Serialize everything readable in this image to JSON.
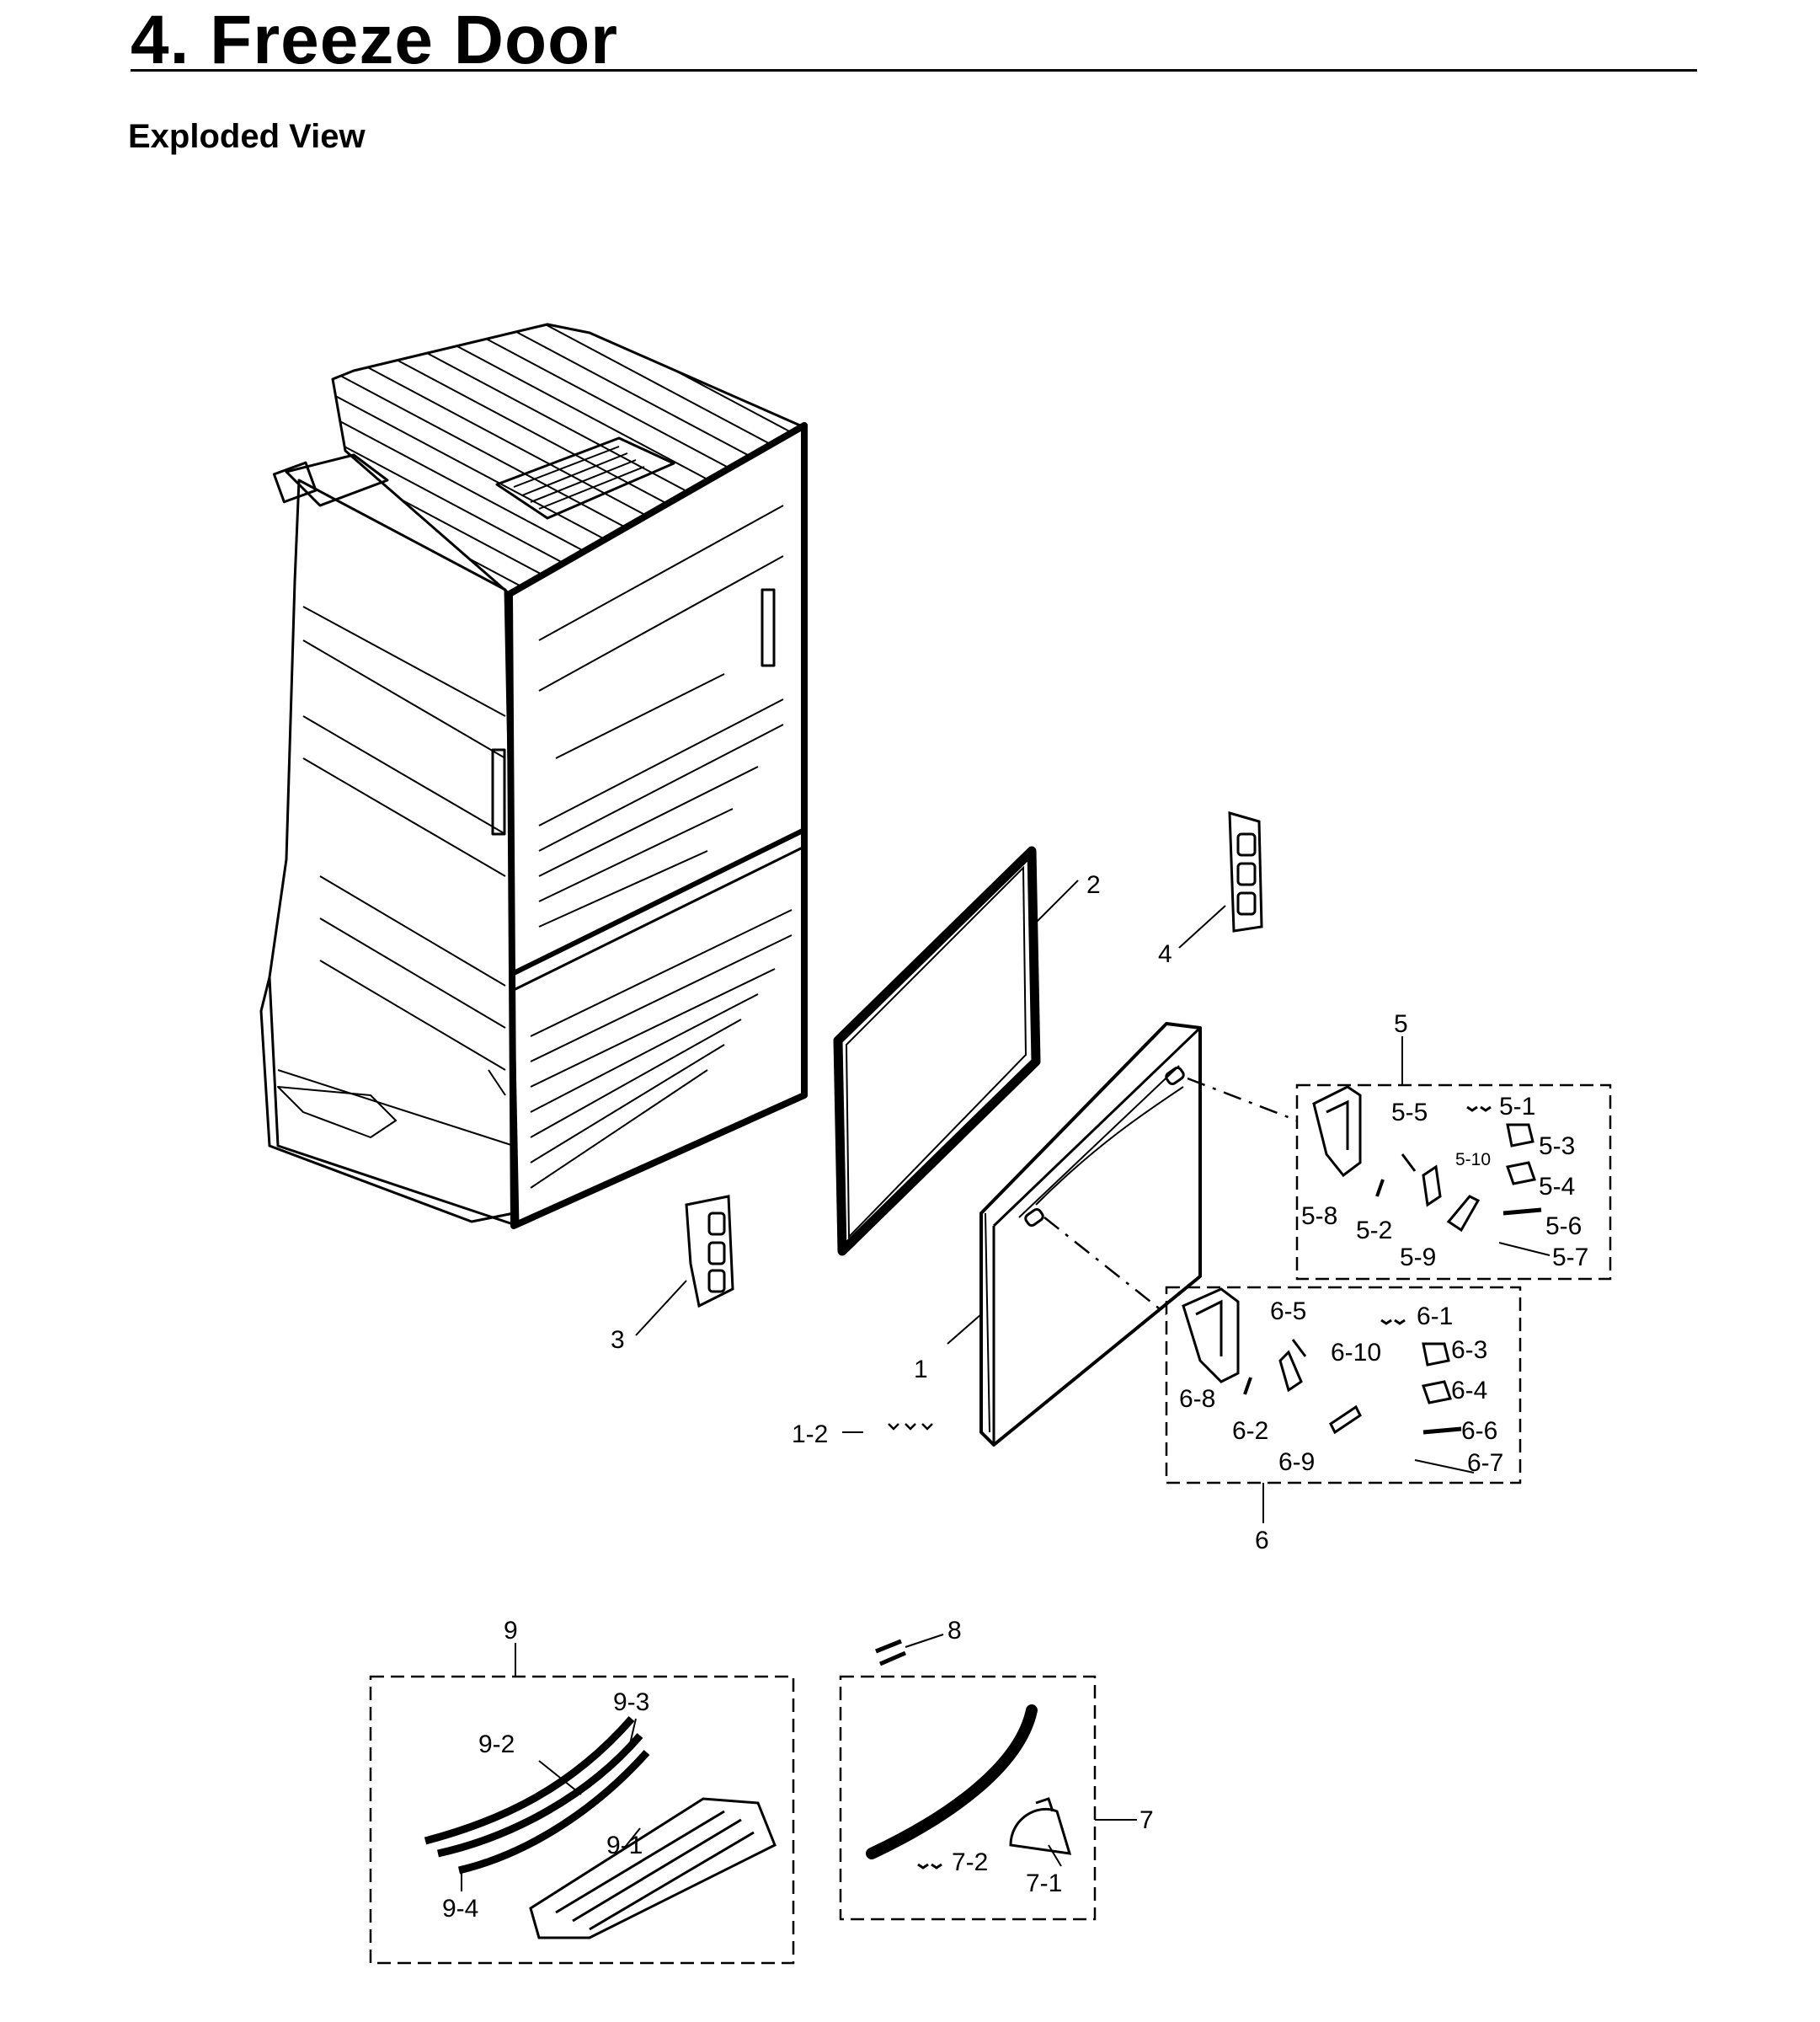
{
  "title": "4.  Freeze Door",
  "subtitle": "Exploded View",
  "callouts": {
    "c1": "1",
    "c1_2": "1-2",
    "c2": "2",
    "c3": "3",
    "c4": "4",
    "c5": "5",
    "c5_1": "5-1",
    "c5_2": "5-2",
    "c5_3": "5-3",
    "c5_4": "5-4",
    "c5_5": "5-5",
    "c5_6": "5-6",
    "c5_7": "5-7",
    "c5_8": "5-8",
    "c5_9": "5-9",
    "c5_10": "5-10",
    "c6": "6",
    "c6_1": "6-1",
    "c6_2": "6-2",
    "c6_3": "6-3",
    "c6_4": "6-4",
    "c6_5": "6-5",
    "c6_6": "6-6",
    "c6_7": "6-7",
    "c6_8": "6-8",
    "c6_9": "6-9",
    "c6_10": "6-10",
    "c7": "7",
    "c7_1": "7-1",
    "c7_2": "7-2",
    "c8": "8",
    "c9": "9",
    "c9_1": "9-1",
    "c9_2": "9-2",
    "c9_3": "9-3",
    "c9_4": "9-4"
  }
}
